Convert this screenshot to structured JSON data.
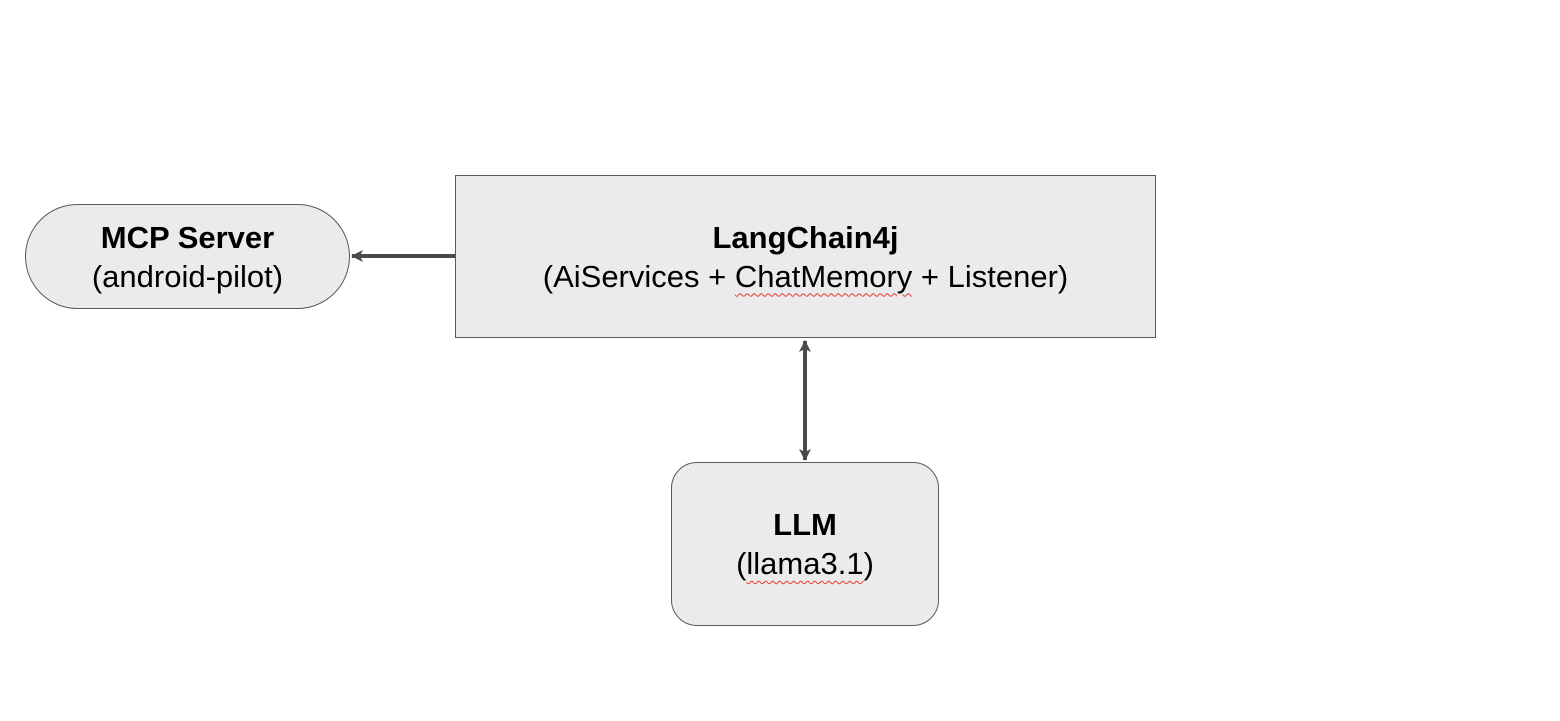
{
  "nodes": {
    "mcp_server": {
      "title": "MCP Server",
      "subtitle": "(android-pilot)"
    },
    "langchain4j": {
      "title": "LangChain4j",
      "subtitle_before": "(AiServices + ",
      "subtitle_flagged": "ChatMemory",
      "subtitle_after": " + Listener)"
    },
    "llm": {
      "title": "LLM",
      "subtitle_open": "(",
      "subtitle_flagged": "llama3.1",
      "subtitle_close": ")"
    }
  },
  "edges": [
    {
      "from": "langchain4j",
      "to": "mcp_server",
      "direction": "one-way"
    },
    {
      "from": "langchain4j",
      "to": "llm",
      "direction": "two-way"
    }
  ],
  "colors": {
    "node_fill": "#ebebeb",
    "node_border": "#595959",
    "edge": "#4a4a4a",
    "spellcheck_underline": "#e53935"
  }
}
